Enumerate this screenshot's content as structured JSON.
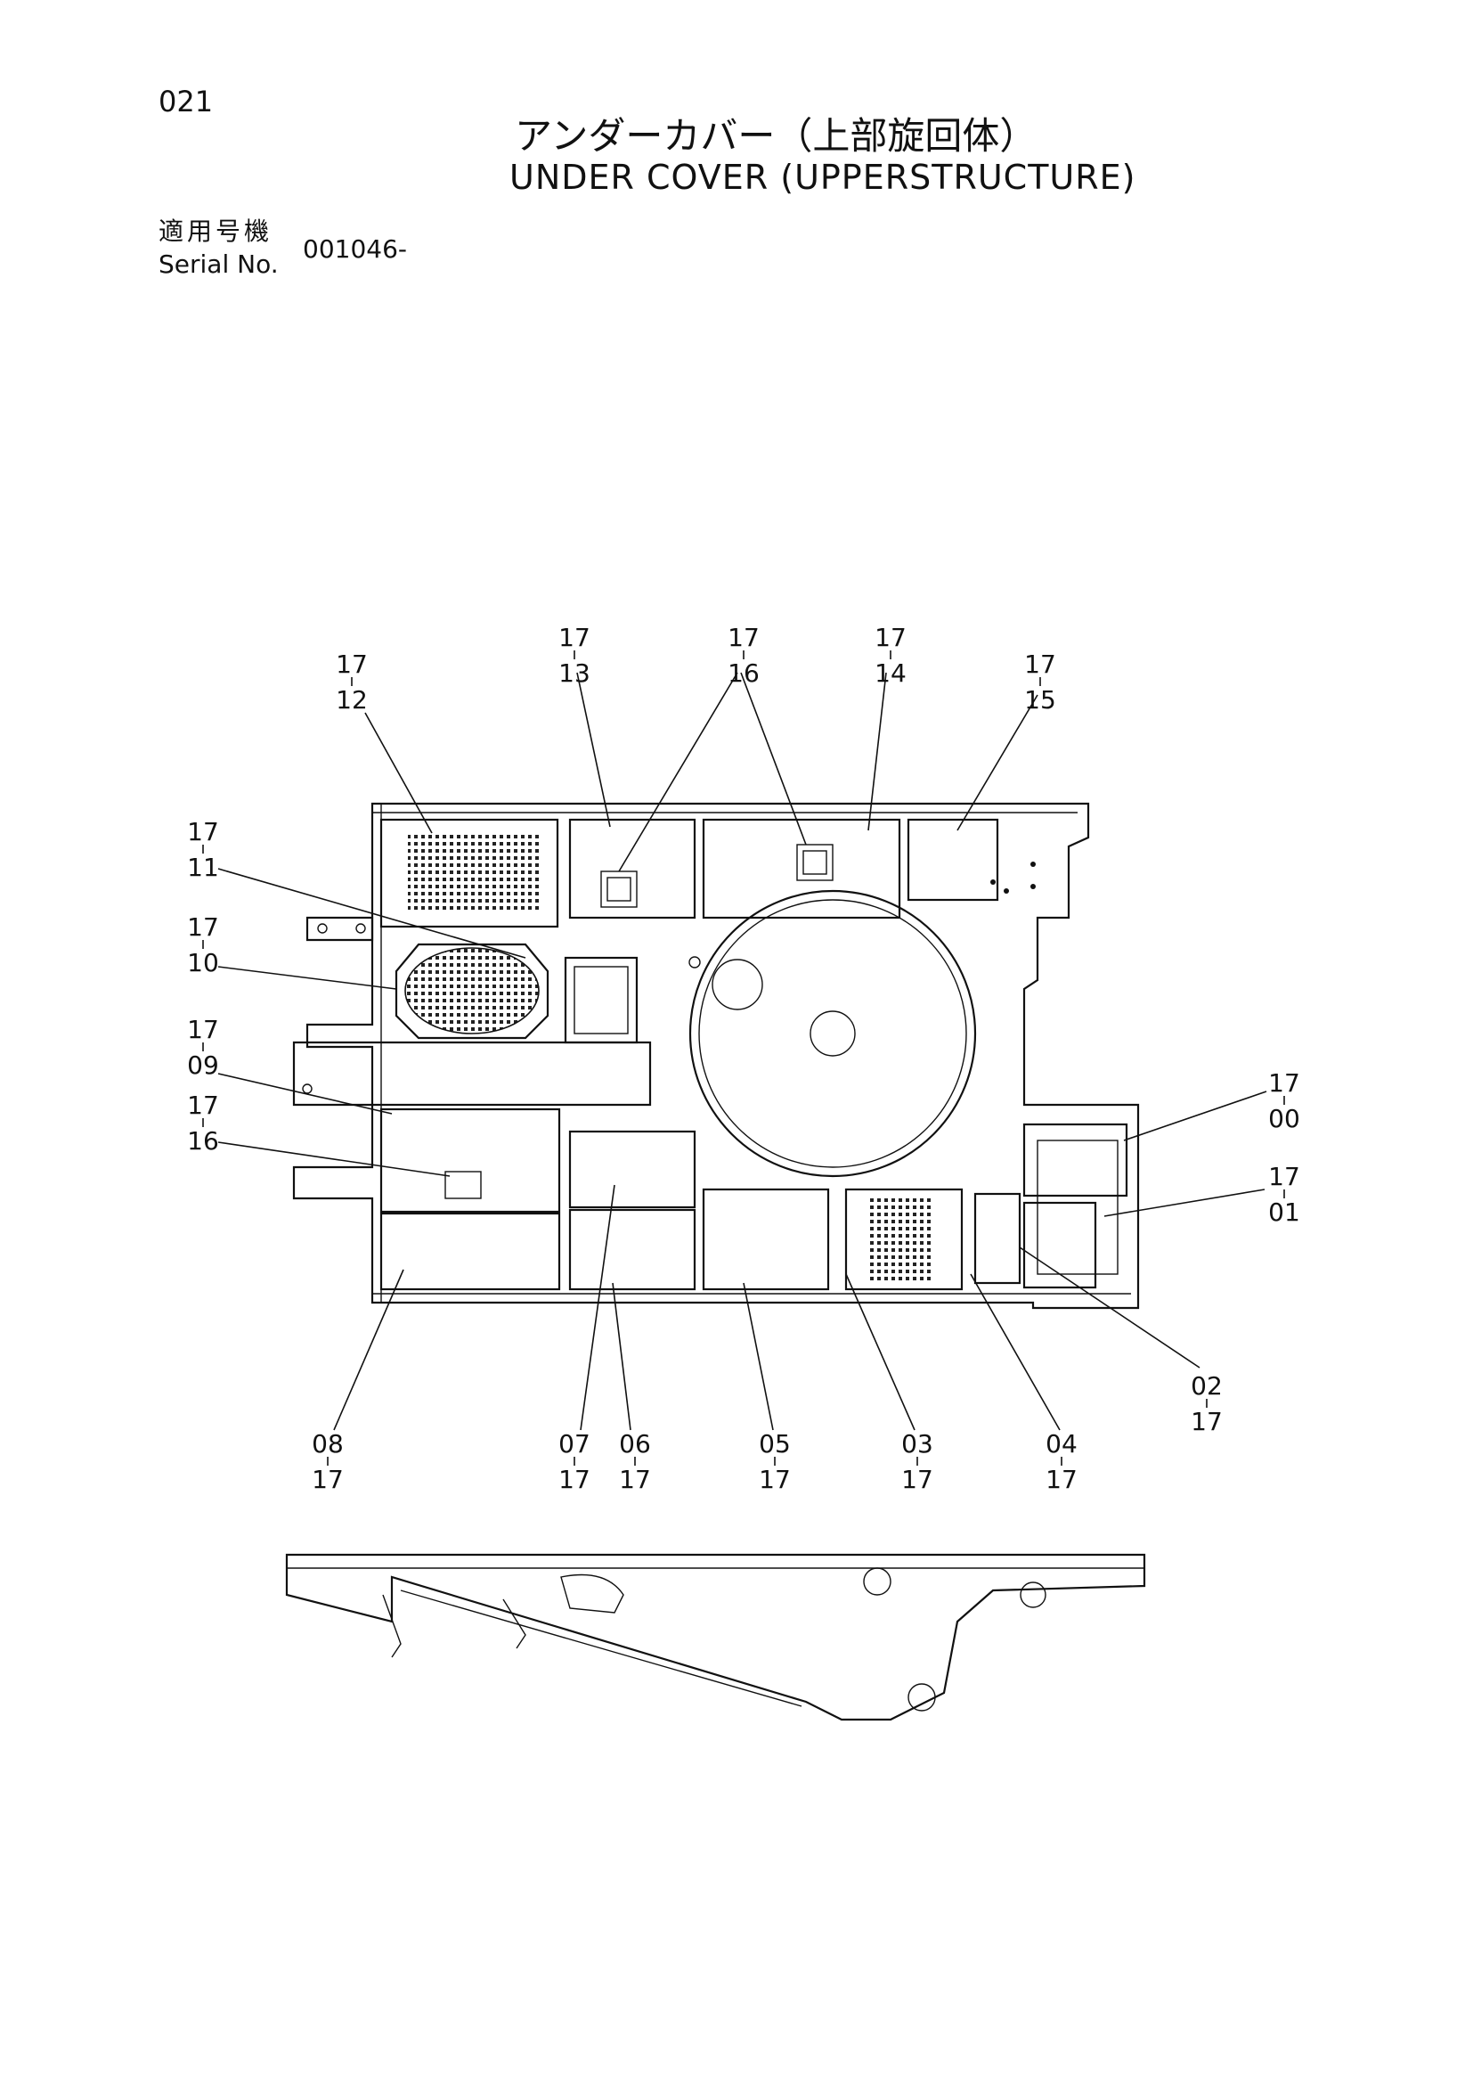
{
  "header": {
    "page_number": "021",
    "title_japanese": "アンダーカバー（上部旋回体）",
    "title_english": "UNDER COVER (UPPERSTRUCTURE)",
    "serial_label_japanese": "適用号機",
    "serial_label_english": "Serial No.",
    "serial_value": "001046-"
  },
  "callouts": [
    {
      "id": "c1712",
      "top": "17",
      "bottom": "12"
    },
    {
      "id": "c1713",
      "top": "17",
      "bottom": "13"
    },
    {
      "id": "c1716a",
      "top": "17",
      "bottom": "16"
    },
    {
      "id": "c1714",
      "top": "17",
      "bottom": "14"
    },
    {
      "id": "c1715",
      "top": "17",
      "bottom": "15"
    },
    {
      "id": "c1711",
      "top": "17",
      "bottom": "11"
    },
    {
      "id": "c1710",
      "top": "17",
      "bottom": "10"
    },
    {
      "id": "c1709",
      "top": "17",
      "bottom": "09"
    },
    {
      "id": "c1716b",
      "top": "17",
      "bottom": "16"
    },
    {
      "id": "c1700",
      "top": "17",
      "bottom": "00"
    },
    {
      "id": "c1701",
      "top": "17",
      "bottom": "01"
    },
    {
      "id": "c0217",
      "top": "02",
      "bottom": "17"
    },
    {
      "id": "c0817",
      "top": "08",
      "bottom": "17"
    },
    {
      "id": "c0717",
      "top": "07",
      "bottom": "17"
    },
    {
      "id": "c0617",
      "top": "06",
      "bottom": "17"
    },
    {
      "id": "c0517",
      "top": "05",
      "bottom": "17"
    },
    {
      "id": "c0317",
      "top": "03",
      "bottom": "17"
    },
    {
      "id": "c0417",
      "top": "04",
      "bottom": "17"
    }
  ]
}
